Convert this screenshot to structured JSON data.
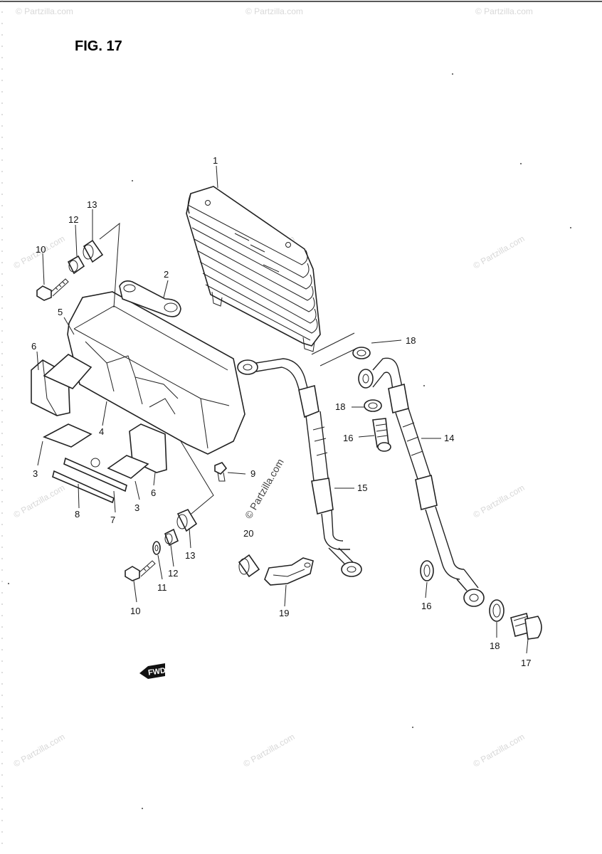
{
  "figure_title": "FIG. 17",
  "watermark_text": "© Partzilla.com",
  "arrow_label": "FWD",
  "callouts": {
    "c1": "1",
    "c2": "2",
    "c3a": "3",
    "c3b": "3",
    "c4": "4",
    "c5": "5",
    "c6a": "6",
    "c6b": "6",
    "c7": "7",
    "c8": "8",
    "c9": "9",
    "c10a": "10",
    "c10b": "10",
    "c11": "11",
    "c12a": "12",
    "c12b": "12",
    "c13a": "13",
    "c13b": "13",
    "c14": "14",
    "c15": "15",
    "c16a": "16",
    "c16b": "16",
    "c17": "17",
    "c18a": "18",
    "c18b": "18",
    "c18c": "18",
    "c19": "19",
    "c20": "20"
  }
}
